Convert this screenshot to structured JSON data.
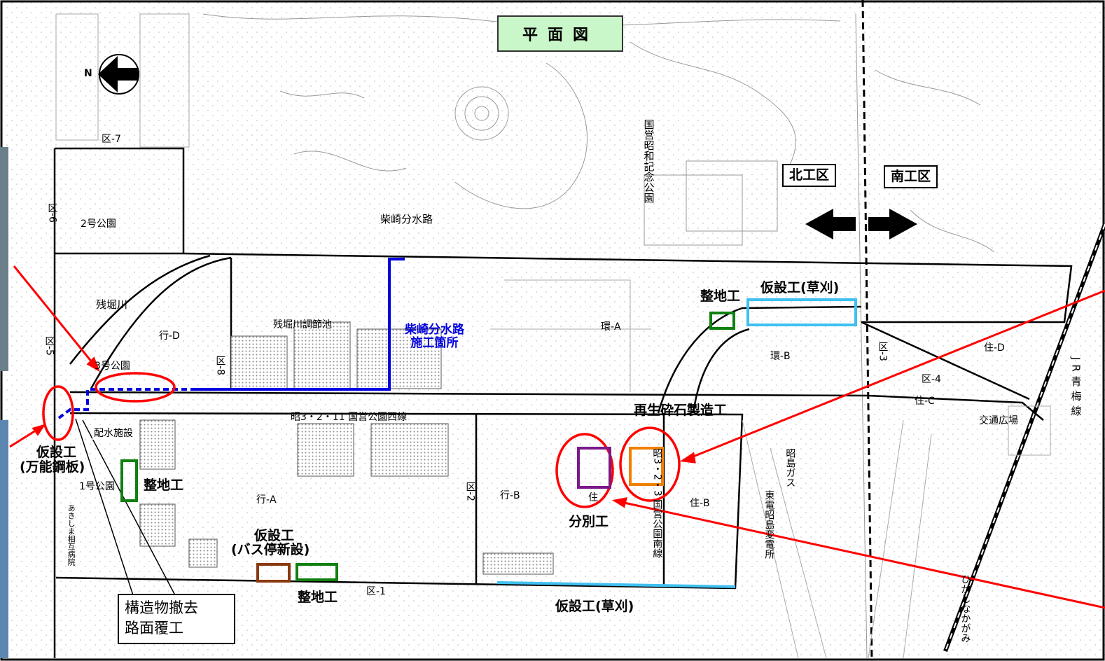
{
  "title": "平面図",
  "zones": {
    "north": "北工区",
    "south": "南工区"
  },
  "compass": {
    "letter": "N"
  },
  "labels": {
    "park": "国営昭和記念公園",
    "shibasaki_channel": "柴崎分水路",
    "shibasaki_site_line1": "柴崎分水路",
    "shibasaki_site_line2": "施工箇所",
    "zanboriegawa": "残堀川",
    "chosetsuchi": "残堀川調節池",
    "park2": "2号公園",
    "park3": "3号公園",
    "park1": "1号公園",
    "haisui": "配水施設",
    "road_west": "昭3・2・11 国営公園西線",
    "road_south": "昭3・2・3 国営公園南線",
    "kotsu": "交通広場",
    "jr": "JR青梅線",
    "hospital": "あきしま相互病院",
    "toden": "東電昭島変電所",
    "gas": "昭島ガス",
    "higashi": "ひがしなかがみ"
  },
  "blocks": {
    "ku7": "区-7",
    "ku6": "区-6",
    "ku5": "区-5",
    "ku8": "区-8",
    "ku2": "区-2",
    "ku1": "区-1",
    "ku3": "区-3",
    "ku4": "区-4",
    "gyoD": "行-D",
    "gyoA": "行-A",
    "gyoB": "行-B",
    "kanA": "環-A",
    "kanB": "環-B",
    "juD": "住-D",
    "juC": "住-C",
    "juB": "住-B",
    "ju": "住"
  },
  "works": {
    "seichi_ne": "整地工",
    "kusakari_ne": "仮設工(草刈)",
    "saisei": "再生砕石製造工",
    "bunbetsu": "分別工",
    "seichi_w": "整地工",
    "kasetsu_bus_1": "仮設工",
    "kasetsu_bus_2": "(バス停新設)",
    "seichi_s": "整地工",
    "kusakari_s": "仮設工(草刈)",
    "kasetsu_plate_1": "仮設工",
    "kasetsu_plate_2": "(万能鋼板)",
    "kozobutsu_1": "構造物撤去",
    "kozobutsu_2": "路面覆工"
  },
  "colors": {
    "blue": "#0000e0",
    "red": "#ff0000",
    "cyan": "#40c0f0",
    "green": "#108010",
    "brown": "#8b3a10",
    "purple": "#7a1a8a",
    "orange": "#f08000",
    "title_bg": "#c9f7c9"
  }
}
